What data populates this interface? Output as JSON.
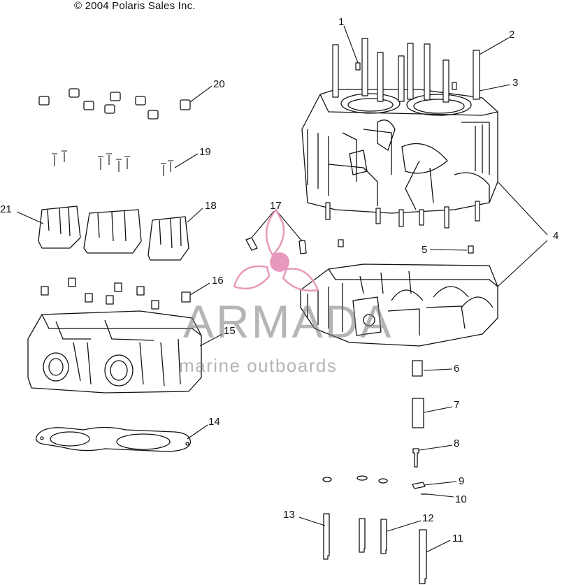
{
  "copyright": "© 2004 Polaris Sales Inc.",
  "watermark": {
    "title": "ARMADA",
    "subtitle": "marine outboards",
    "logo_color": "#e58fb4"
  },
  "callouts": {
    "c1": "1",
    "c2": "2",
    "c3": "3",
    "c4": "4",
    "c5": "5",
    "c6": "6",
    "c7": "7",
    "c8": "8",
    "c9": "9",
    "c10": "10",
    "c11": "11",
    "c12": "12",
    "c13": "13",
    "c14": "14",
    "c15": "15",
    "c16": "16",
    "c17": "17",
    "c18": "18",
    "c19": "19",
    "c20": "20",
    "c21": "21"
  }
}
